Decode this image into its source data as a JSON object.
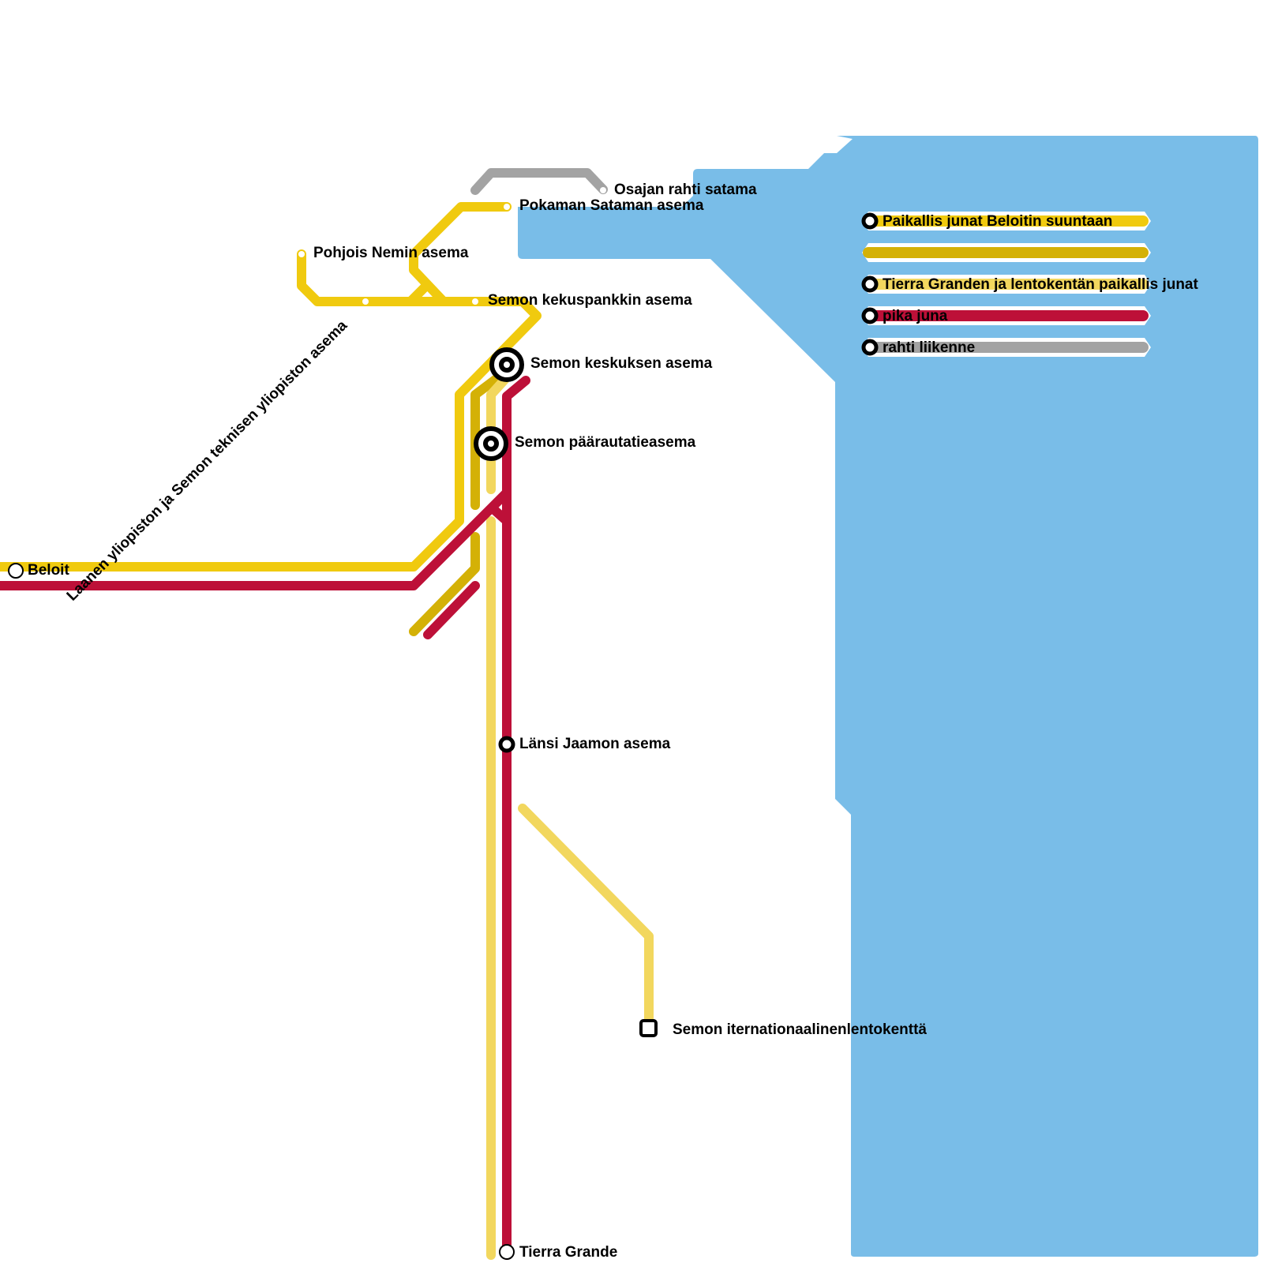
{
  "colors": {
    "water": "#79bde8",
    "local_beloit": "#f0ca0f",
    "dark_yellow": "#d4b106",
    "airport_local": "#f2d75e",
    "express": "#bd1038",
    "freight": "#a3a3a3"
  },
  "stations": {
    "osajan": "Osajan rahti satama",
    "pokaman": "Pokaman Sataman asema",
    "pohjois_nemin": "Pohjois Nemin asema",
    "kekuspankki": "Semon kekuspankkin asema",
    "university": "Laanen yliopiston ja Semon teknisen yliopiston asema",
    "keskus": "Semon keskuksen asema",
    "paarautatie": "Semon päärautatieasema",
    "beloit": "Beloit",
    "lansi_jaamo": "Länsi Jaamon asema",
    "airport": "Semon iternationaalinenlentokenttä",
    "tierra_grande": "Tierra Grande"
  },
  "legend": [
    {
      "label": "Paikallis junat Beloitin suuntaan",
      "color": "#f0ca0f"
    },
    {
      "label": "",
      "color": "#d4b106"
    },
    {
      "label": "Tierra Granden ja lentokentän paikallis junat",
      "color": "#f2d75e"
    },
    {
      "label": "pika juna",
      "color": "#bd1038"
    },
    {
      "label": "rahti liikenne",
      "color": "#a3a3a3"
    }
  ]
}
